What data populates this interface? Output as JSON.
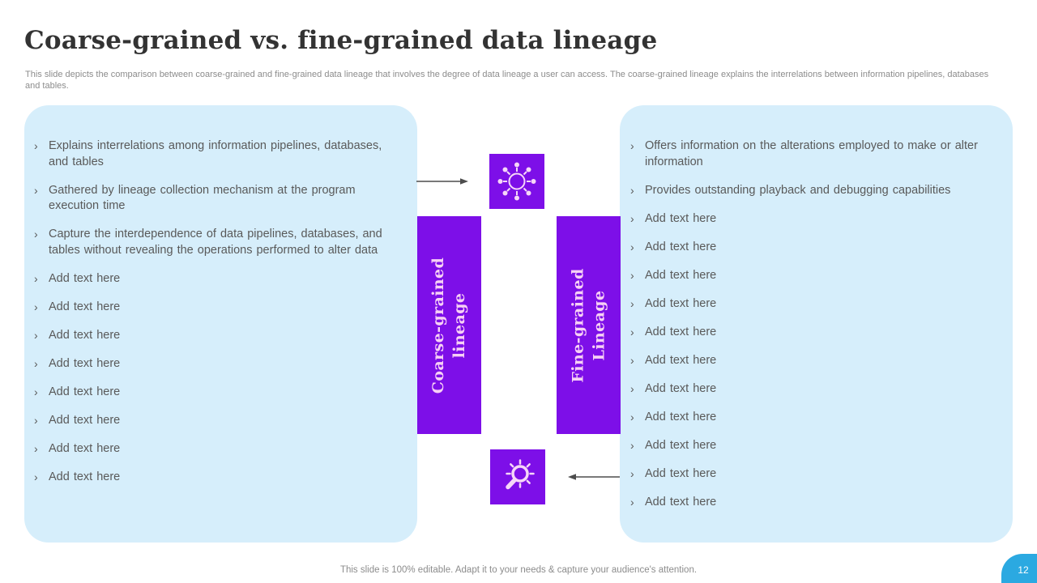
{
  "slide": {
    "title": "Coarse-grained vs. fine-grained data lineage",
    "subtitle": "This slide depicts the comparison between coarse-grained and fine-grained data lineage that involves the degree of data lineage a user can access. The coarse-grained lineage explains the interrelations between information pipelines, databases and tables.",
    "footer": "This slide is 100% editable. Adapt it to your needs & capture your audience's attention.",
    "page_number": "12",
    "bullet_char": "›"
  },
  "left_panel": {
    "bullets": [
      "Explains interrelations among information pipelines, databases, and tables",
      "Gathered by lineage collection mechanism at the program execution time",
      "Capture the interdependence of data pipelines, databases, and tables without revealing the operations performed to alter data",
      "Add text here",
      "Add text here",
      "Add text here",
      "Add text here",
      "Add text here",
      "Add text here",
      "Add text here",
      "Add text here"
    ]
  },
  "right_panel": {
    "bullets": [
      "Offers information on the alterations employed to make or alter information",
      "Provides outstanding playback and debugging capabilities",
      "Add text here",
      "Add text here",
      "Add text here",
      "Add text here",
      "Add text here",
      "Add text here",
      "Add text here",
      "Add text here",
      "Add text here",
      "Add text here",
      "Add text here"
    ]
  },
  "center": {
    "coarse_bar": {
      "line1": "Coarse-grained",
      "line2": "lineage"
    },
    "fine_bar": {
      "line1": "Fine-grained",
      "line2": "Lineage"
    }
  },
  "icons": {
    "top": "network-hub-icon",
    "bottom": "magnifier-icon"
  },
  "colors": {
    "accent_purple": "#7d0fe8",
    "panel_blue": "#d6eefb",
    "badge_cyan": "#2ba9e1",
    "bullet_text_gray": "#595959",
    "bar_text_pink": "#f7d0f5"
  }
}
